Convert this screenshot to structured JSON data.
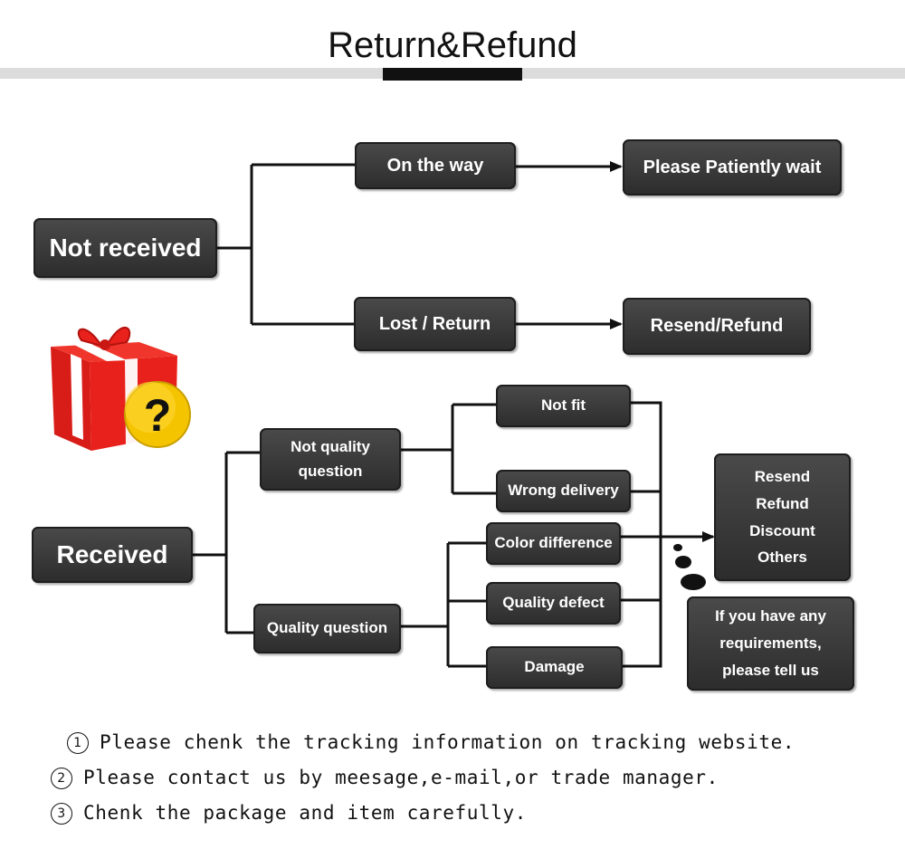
{
  "header": {
    "title": "Return&Refund"
  },
  "flow": {
    "not_received": "Not received",
    "on_the_way": "On the way",
    "please_wait": "Please Patiently wait",
    "lost_return": "Lost / Return",
    "resend_refund": "Resend/Refund",
    "received": "Received",
    "not_quality_line1": "Not quality",
    "not_quality_line2": "question",
    "quality_question": "Quality question",
    "not_fit": "Not fit",
    "wrong_delivery": "Wrong delivery",
    "color_difference": "Color difference",
    "quality_defect": "Quality defect",
    "damage": "Damage",
    "options": [
      "Resend",
      "Refund",
      "Discount",
      "Others"
    ],
    "requirements": [
      "If you have any",
      "requirements,",
      "please tell us"
    ]
  },
  "notes": [
    {
      "num": "1",
      "text": "Please chenk the tracking information on tracking website."
    },
    {
      "num": "2",
      "text": "Please contact us by meesage,e-mail,or trade manager."
    },
    {
      "num": "3",
      "text": "Chenk the package and item carefully."
    }
  ],
  "colors": {
    "box": "#3a3a3a",
    "gift": "#e8211c",
    "question_badge": "#f5c400"
  },
  "icons": {
    "gift": "gift-box-icon",
    "question": "question-mark-icon"
  }
}
